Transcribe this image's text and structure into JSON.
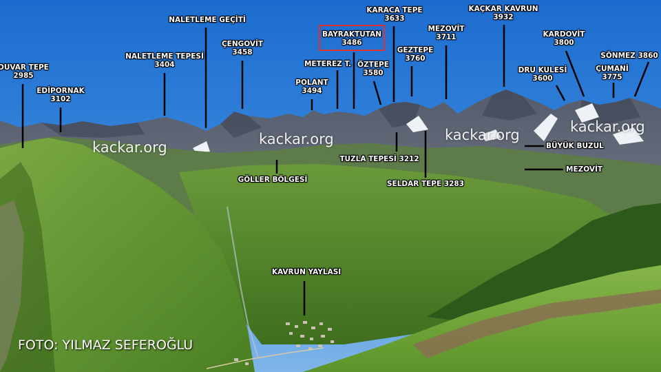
{
  "photo": {
    "credit": "FOTO: YILMAZ SEFEROĞLU",
    "watermark": "kackar.org",
    "colors": {
      "sky": "#2a7fd8",
      "meadow": "#5d8f2c",
      "rock": "#5a6170",
      "snow": "#f2f4f7",
      "highlight": "#e03030",
      "label": "#ffffff"
    }
  },
  "peaks": [
    {
      "id": "duvar",
      "lines": [
        "DUVAR TEPE",
        "2985"
      ]
    },
    {
      "id": "edipornak",
      "lines": [
        "EDİPORNAK",
        "3102"
      ]
    },
    {
      "id": "naletleme-tepesi",
      "lines": [
        "NALETLEME TEPESİ",
        "3404"
      ]
    },
    {
      "id": "naletleme-gecidi",
      "lines": [
        "NALETLEME GEÇİTİ"
      ]
    },
    {
      "id": "cengovit",
      "lines": [
        "ÇENGOVİT",
        "3458"
      ]
    },
    {
      "id": "polant",
      "lines": [
        "POLANT",
        "3494"
      ]
    },
    {
      "id": "meterez",
      "lines": [
        "METEREZ T."
      ]
    },
    {
      "id": "bayraktutan",
      "lines": [
        "BAYRAKTUTAN",
        "3486"
      ],
      "highlighted": true
    },
    {
      "id": "karaca",
      "lines": [
        "KARACA TEPE",
        "3633"
      ]
    },
    {
      "id": "oztepe",
      "lines": [
        "ÖZTEPE",
        "3580"
      ]
    },
    {
      "id": "geztepe",
      "lines": [
        "GEZTEPE",
        "3760"
      ]
    },
    {
      "id": "mezovit-peak",
      "lines": [
        "MEZOVİT",
        "3711"
      ]
    },
    {
      "id": "kackar",
      "lines": [
        "KAÇKAR KAVRUN",
        "3932"
      ]
    },
    {
      "id": "dru",
      "lines": [
        "DRU KULESİ",
        "3600"
      ]
    },
    {
      "id": "kardovit",
      "lines": [
        "KARDOVİT",
        "3800"
      ]
    },
    {
      "id": "cumani",
      "lines": [
        "ÇUMANİ",
        "3775"
      ]
    },
    {
      "id": "sonmez",
      "lines": [
        "SÖNMEZ 3860"
      ]
    }
  ],
  "places": [
    {
      "id": "tuzla",
      "text": "TUZLA TEPESİ 3212"
    },
    {
      "id": "seldar",
      "text": "SELDAR TEPE 3283"
    },
    {
      "id": "goller",
      "text": "GÖLLER BÖLGESİ"
    },
    {
      "id": "buyuk-buzul",
      "text": "BÜYÜK BUZUL"
    },
    {
      "id": "mezovit-glacier",
      "text": "MEZOVİT"
    },
    {
      "id": "kavrun",
      "text": "KAVRUN YAYLASI"
    }
  ]
}
